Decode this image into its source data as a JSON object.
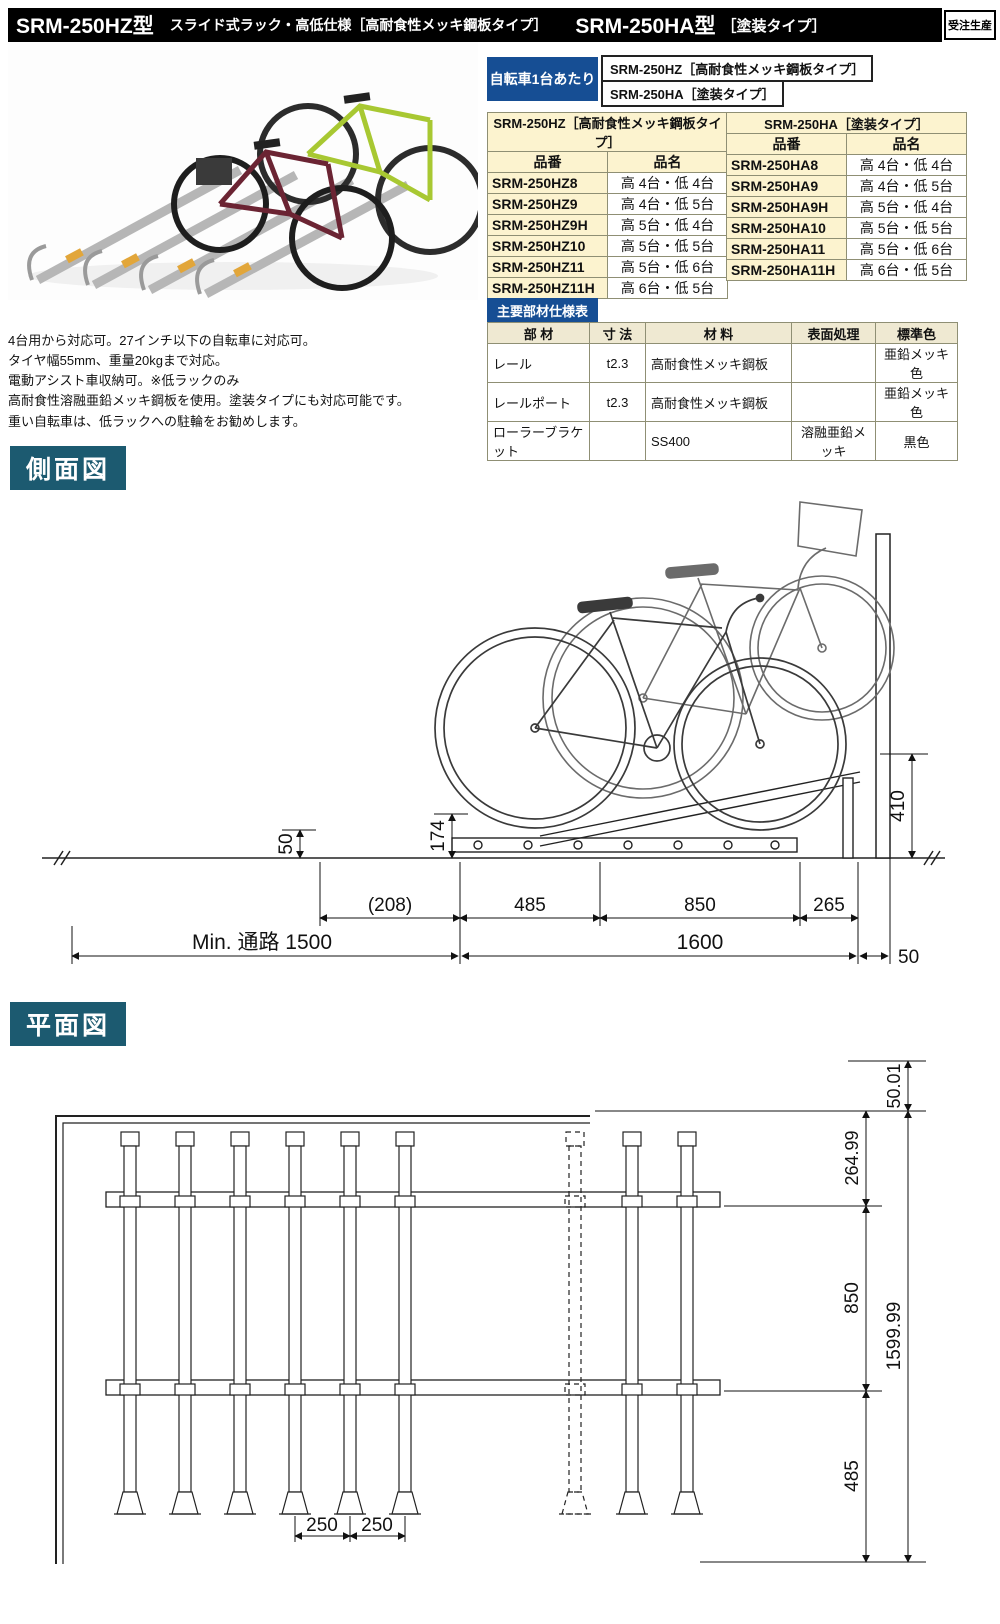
{
  "header": {
    "model_left": "SRM-250HZ型",
    "subtitle": "スライド式ラック・高低仕様［高耐食性メッキ鋼板タイプ］",
    "model_right": "SRM-250HA型",
    "model_right_type": "［塗装タイプ］",
    "order_badge": "受注生産"
  },
  "per_unit": {
    "label": "自転車1台あたり",
    "line1": "SRM-250HZ［高耐食性メッキ鋼板タイプ］",
    "line2": "SRM-250HA［塗装タイプ］"
  },
  "product_tables": [
    {
      "title": "SRM-250HZ［高耐食性メッキ鋼板タイプ］",
      "col_part": "品番",
      "col_name": "品名",
      "rows": [
        {
          "part": "SRM-250HZ8",
          "name": "高 4台・低 4台"
        },
        {
          "part": "SRM-250HZ9",
          "name": "高 4台・低 5台"
        },
        {
          "part": "SRM-250HZ9H",
          "name": "高 5台・低 4台"
        },
        {
          "part": "SRM-250HZ10",
          "name": "高 5台・低 5台"
        },
        {
          "part": "SRM-250HZ11",
          "name": "高 5台・低 6台"
        },
        {
          "part": "SRM-250HZ11H",
          "name": "高 6台・低 5台"
        }
      ]
    },
    {
      "title": "SRM-250HA［塗装タイプ］",
      "col_part": "品番",
      "col_name": "品名",
      "rows": [
        {
          "part": "SRM-250HA8",
          "name": "高 4台・低 4台"
        },
        {
          "part": "SRM-250HA9",
          "name": "高 4台・低 5台"
        },
        {
          "part": "SRM-250HA9H",
          "name": "高 5台・低 4台"
        },
        {
          "part": "SRM-250HA10",
          "name": "高 5台・低 5台"
        },
        {
          "part": "SRM-250HA11",
          "name": "高 5台・低 6台"
        },
        {
          "part": "SRM-250HA11H",
          "name": "高 6台・低 5台"
        }
      ]
    }
  ],
  "features": [
    "4台用から対応可。27インチ以下の自転車に対応可。",
    "タイヤ幅55mm、重量20kgまで対応。",
    "電動アシスト車収納可。※低ラックのみ",
    "高耐食性溶融亜鉛メッキ鋼板を使用。塗装タイプにも対応可能です。",
    "重い自転車は、低ラックへの駐輪をお勧めします。"
  ],
  "materials": {
    "title": "主要部材仕様表",
    "headers": [
      "部 材",
      "寸 法",
      "材 料",
      "表面処理",
      "標準色"
    ],
    "rows": [
      {
        "part": "レール",
        "size": "t2.3",
        "material": "高耐食性メッキ鋼板",
        "finish": "",
        "color": "亜鉛メッキ色"
      },
      {
        "part": "レールポート",
        "size": "t2.3",
        "material": "高耐食性メッキ鋼板",
        "finish": "",
        "color": "亜鉛メッキ色"
      },
      {
        "part": "ローラーブラケット",
        "size": "",
        "material": "SS400",
        "finish": "溶融亜鉛メッキ",
        "color": "黒色"
      }
    ]
  },
  "side_view": {
    "title": "側面図",
    "dims": {
      "h_left": "50",
      "h_rail": "174",
      "h_wall": "410",
      "d208": "(208)",
      "d485": "485",
      "d850": "850",
      "d265": "265",
      "aisle": "Min. 通路 1500",
      "d1600": "1600",
      "d50": "50"
    }
  },
  "plan_view": {
    "title": "平面図",
    "dims": {
      "d5001": "50.01",
      "d26499": "264.99",
      "d850": "850",
      "d159999": "1599.99",
      "d485": "485",
      "d250a": "250",
      "d250b": "250"
    }
  },
  "colors": {
    "header_bg": "#000000",
    "label_blue": "#164e94",
    "section_teal": "#1c5a70",
    "table_yellow": "#fcf3cf",
    "rack_yellow": "#e2a63a",
    "bike_green": "#a8c832",
    "bike_maroon": "#6b2433"
  }
}
